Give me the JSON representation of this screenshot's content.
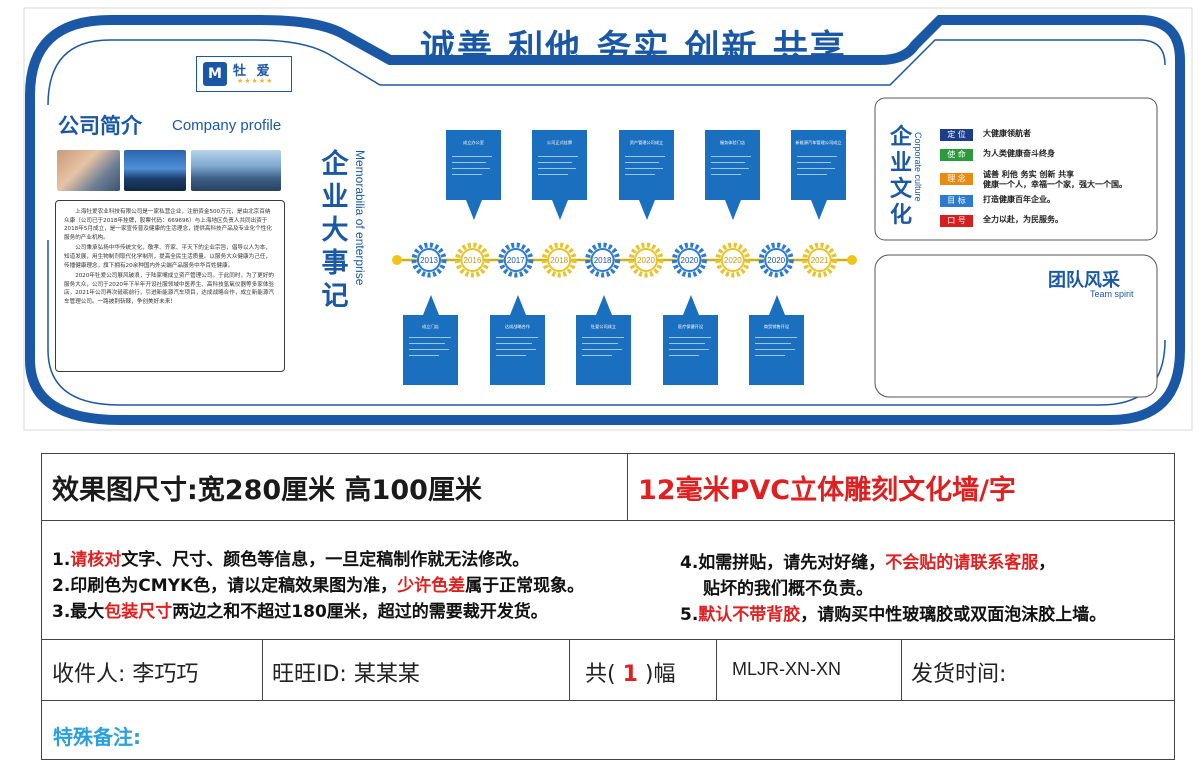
{
  "wall": {
    "slogan": "诚善 利他 务实 创新 共享",
    "logo": {
      "mark": "M",
      "name": "牡 爱",
      "stars": "★★★★★"
    },
    "intro": {
      "title": "公司简介",
      "title_en": "Company profile",
      "paragraphs": [
        "上海牡爱农业科技有限公司是一家私营企业，注册资金500万元，是由北京百纳众康（公司已于2018年挂牌，股票代码：669696）与上海地区负责人共同出资于2018年5月成立，是一家宣传普及健康的生活理念，提供高科技产品及专业化个性化服务的产业机构。",
        "公司秉承弘扬中华传统文化，敬孝、齐家、平天下的企业宗旨，倡导以人为本，知道发展，用生物制剂取代化学制剂，提高全民生活质量。以服务大众健康为己任，传播健康理念，旗下拥有20余种国内外尖端产品服务中华百姓健康。",
        "2020年牡爱公司展风破浪，于陆家嘴成立资产管理公司。于此同时，为了更好的服务大众，公司于2020年下半年开设社服领域中医养生、高科技氢氧仪器等多家体验店，2021年公司再次砥砺前行，引进新能源汽车项目，达成战略合作，成立新能源汽车管理公司。一路披荆斩棘，争创美好未来！"
      ]
    },
    "memorabilia": {
      "title": "企业大事记",
      "title_en": "Memorabilia of enterprise",
      "years": [
        "2013",
        "2016",
        "2017",
        "2018",
        "2018",
        "2020",
        "2020",
        "2020",
        "2020",
        "2021"
      ],
      "top_events": [
        "成立办公室",
        "公司正式挂牌",
        "资产管理公司成立",
        "服务体验门店",
        "新能源汽车管理公司成立"
      ],
      "bottom_events": [
        "成立门店",
        "达成战略合作",
        "牡爱公司成立",
        "医疗保健开设",
        "商贸销售开设"
      ]
    },
    "culture": {
      "title": "企业文化",
      "title_en": "Corporate culture",
      "items": [
        {
          "tag": "定 位",
          "color": "#1c3d8c",
          "value": "大健康领航者"
        },
        {
          "tag": "使 命",
          "color": "#2b9a3c",
          "value": "为人类健康奋斗终身"
        },
        {
          "tag": "理 念",
          "color": "#e88b12",
          "value": "诚善 利他 务实 创新 共享",
          "value2": "健康一个人，幸福一个家，强大一个国。"
        },
        {
          "tag": "目 标",
          "color": "#2d7bd0",
          "value": "打造健康百年企业。"
        },
        {
          "tag": "口 号",
          "color": "#d62020",
          "value": "全力以赴，为民服务。"
        }
      ]
    },
    "team": {
      "title": "团队风采",
      "title_en": "Team spirit"
    }
  },
  "spec": {
    "size": "效果图尺寸:宽280厘米 高100厘米",
    "material": "12毫米PVC立体雕刻文化墙/字",
    "notes_left": [
      {
        "num": "1.",
        "red": "请核对",
        "rest": "文字、尺寸、颜色等信息，一旦定稿制作就无法修改。"
      },
      {
        "num": "2.",
        "pre": "印刷色为CMYK色，请以定稿效果图为准，",
        "red": "少许色差",
        "rest": "属于正常现象。"
      },
      {
        "num": "3.",
        "pre": "最大",
        "red": "包装尺寸",
        "rest": "两边之和不超过180厘米，超过的需要裁开发货。"
      }
    ],
    "notes_right": [
      {
        "num": "4.",
        "pre": "如需拼贴，请先对好缝，",
        "red": "不会贴的请联系客服",
        "rest": "，"
      },
      {
        "num": "",
        "pre": "贴坏的我们概不负责。",
        "red": "",
        "rest": ""
      },
      {
        "num": "5.",
        "pre": "",
        "red": "默认不带背胶",
        "rest": "，请购买中性玻璃胶或双面泡沫胶上墙。"
      }
    ],
    "recipient": "收件人: 李巧巧",
    "wangwang": "旺旺ID: 某某某",
    "count_pre": "共(",
    "count_num": "1",
    "count_post": ")幅",
    "sku": "MLJR-XN-XN",
    "ship_time": "发货时间:",
    "remark": "特殊备注:"
  }
}
